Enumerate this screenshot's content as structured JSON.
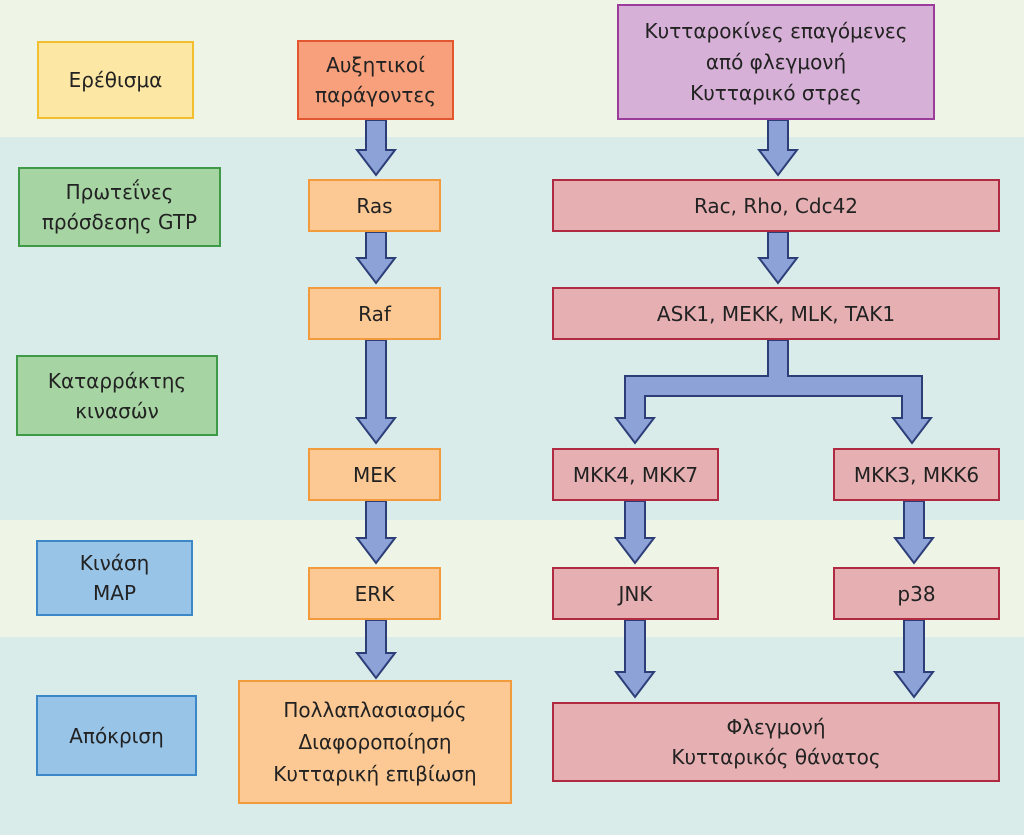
{
  "labels": {
    "stimulus": "Ερέθισμα",
    "gtp_binding": [
      "Πρωτεΐνες",
      "πρόσδεσης GTP"
    ],
    "kinase_cascade": [
      "Καταρράκτης",
      "κινασών"
    ],
    "map_kinase": [
      "Κινάση",
      "MAP"
    ],
    "response": "Απόκριση"
  },
  "left_pathway": {
    "growth_factors": [
      "Αυξητικοί",
      "παράγοντες"
    ],
    "ras": "Ras",
    "raf": "Raf",
    "mek": "MEK",
    "erk": "ERK",
    "response": [
      "Πολλαπλασιασμός",
      "Διαφοροποίηση",
      "Κυτταρική επιβίωση"
    ]
  },
  "right_pathway": {
    "stimulus": [
      "Κυτταροκίνες επαγόμενες",
      "από φλεγμονή",
      "Κυτταρικό στρες"
    ],
    "gtp_proteins": "Rac, Rho, Cdc42",
    "kinases": "ASK1, MEKK, MLK, TAK1",
    "mkk_left": "MKK4, MKK7",
    "mkk_right": "MKK3, MKK6",
    "jnk": "JNK",
    "p38": "p38",
    "response": [
      "Φλεγμονή",
      "Κυτταρικός θάνατος"
    ]
  },
  "colors": {
    "band_cream": "#eef4e6",
    "band_teal": "#d9ecea",
    "arrow_fill": "#8da3d8",
    "arrow_stroke": "#2c3d78"
  }
}
